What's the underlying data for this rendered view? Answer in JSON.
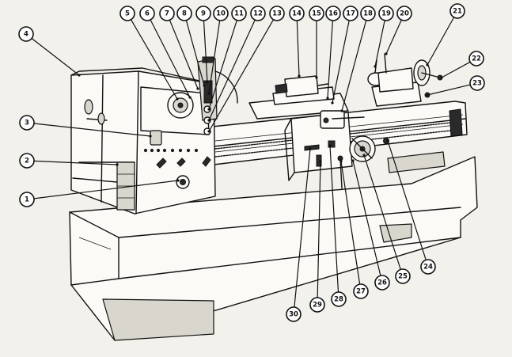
{
  "diagram": {
    "subject": "engine lathe",
    "callouts": [
      {
        "id": "c1",
        "label": "1"
      },
      {
        "id": "c2",
        "label": "2"
      },
      {
        "id": "c3",
        "label": "3"
      },
      {
        "id": "c4",
        "label": "4"
      },
      {
        "id": "c5",
        "label": "5"
      },
      {
        "id": "c6",
        "label": "6"
      },
      {
        "id": "c7",
        "label": "7"
      },
      {
        "id": "c8",
        "label": "8"
      },
      {
        "id": "c9",
        "label": "9"
      },
      {
        "id": "c10",
        "label": "10"
      },
      {
        "id": "c11",
        "label": "11"
      },
      {
        "id": "c12",
        "label": "12"
      },
      {
        "id": "c13",
        "label": "13"
      },
      {
        "id": "c14",
        "label": "14"
      },
      {
        "id": "c15",
        "label": "15"
      },
      {
        "id": "c16",
        "label": "16"
      },
      {
        "id": "c17",
        "label": "17"
      },
      {
        "id": "c18",
        "label": "18"
      },
      {
        "id": "c19",
        "label": "19"
      },
      {
        "id": "c20",
        "label": "20"
      },
      {
        "id": "c21",
        "label": "21"
      },
      {
        "id": "c22",
        "label": "22"
      },
      {
        "id": "c23",
        "label": "23"
      },
      {
        "id": "c24",
        "label": "24"
      },
      {
        "id": "c25",
        "label": "25"
      },
      {
        "id": "c26",
        "label": "26"
      },
      {
        "id": "c27",
        "label": "27"
      },
      {
        "id": "c28",
        "label": "28"
      },
      {
        "id": "c29",
        "label": "29"
      },
      {
        "id": "c30",
        "label": "30"
      }
    ]
  }
}
